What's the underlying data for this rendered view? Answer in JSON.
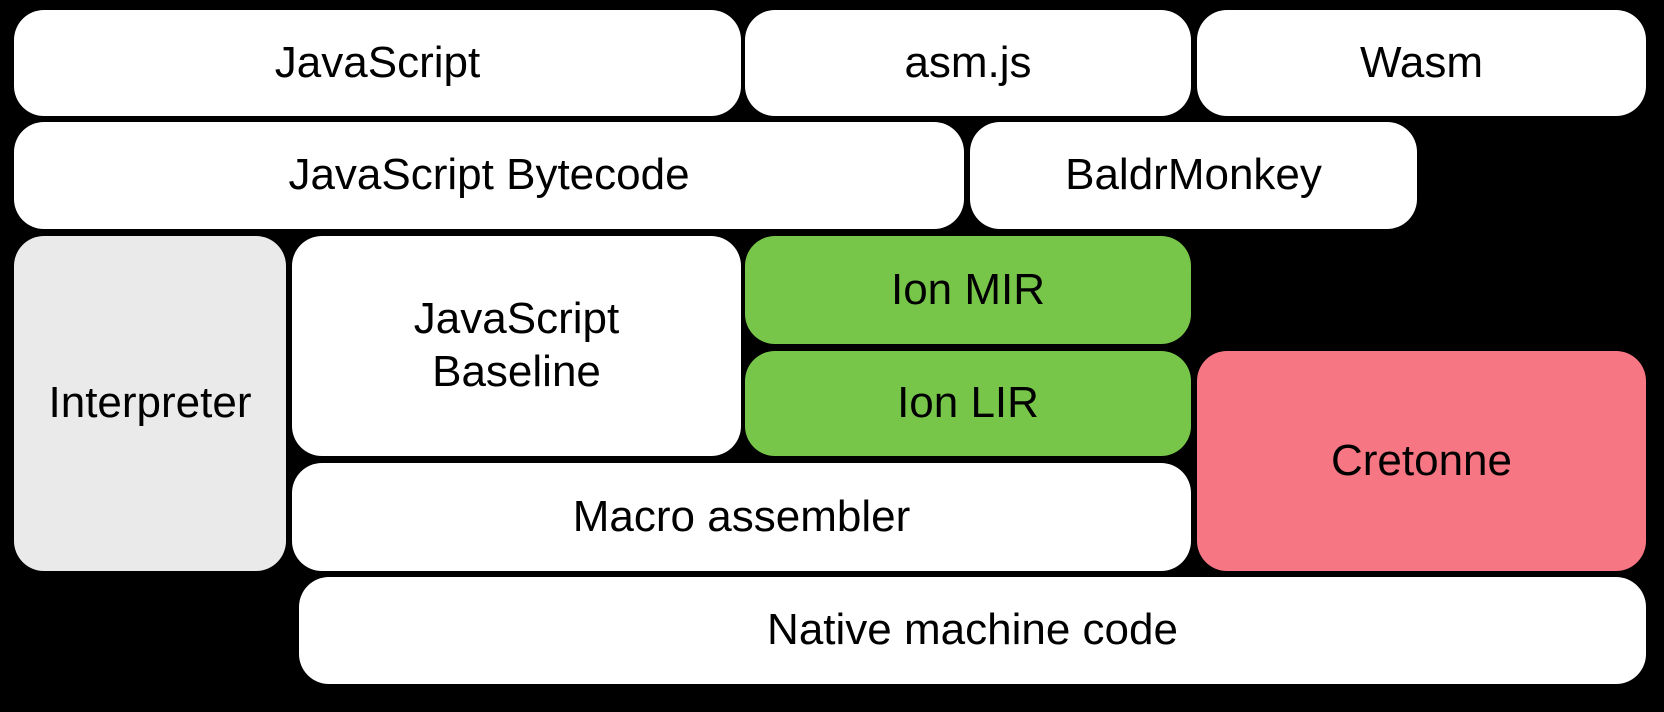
{
  "colors": {
    "background": "#000000",
    "box-white": "#ffffff",
    "box-gray": "#eaeaea",
    "box-green": "#77c64a",
    "box-pink": "#f67783",
    "text": "#000000"
  },
  "boxes": {
    "javascript": {
      "label": "JavaScript"
    },
    "asmjs": {
      "label": "asm.js"
    },
    "wasm": {
      "label": "Wasm"
    },
    "js_bytecode": {
      "label": "JavaScript Bytecode"
    },
    "baldrmonkey": {
      "label": "BaldrMonkey"
    },
    "interpreter": {
      "label": "Interpreter"
    },
    "js_baseline": {
      "lines": [
        "JavaScript",
        "Baseline"
      ]
    },
    "ion_mir": {
      "label": "Ion MIR"
    },
    "ion_lir": {
      "label": "Ion LIR"
    },
    "cretonne": {
      "label": "Cretonne"
    },
    "macro_assembler": {
      "label": "Macro assembler"
    },
    "native_machine_code": {
      "label": "Native machine code"
    }
  }
}
